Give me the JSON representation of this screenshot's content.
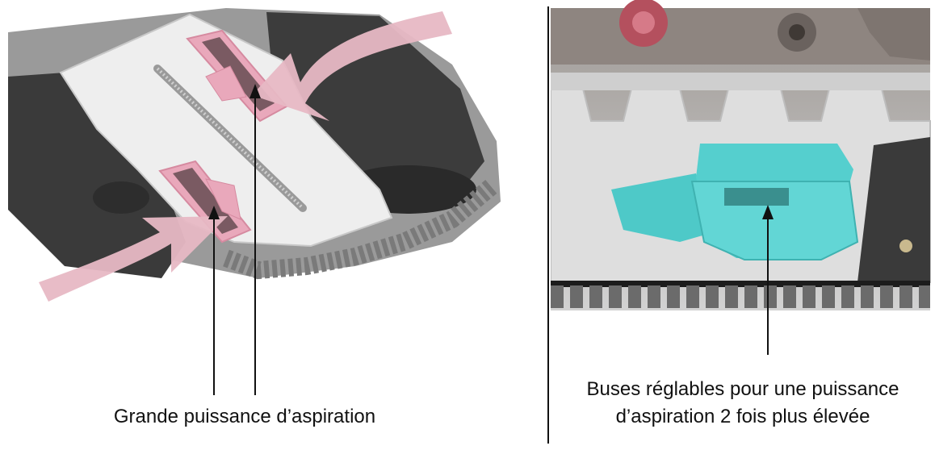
{
  "left_caption": "Grande puissance d’aspiration",
  "right_caption_line1": "Buses réglables pour une puissance",
  "right_caption_line2": "d’aspiration 2 fois plus élevée",
  "colors": {
    "arrow_pink": "#e7b8c4",
    "nozzle_pink": "#e9a8bb",
    "nozzle_teal": "#4ec9c8",
    "body_dark": "#3b3b3b",
    "body_light": "#e4e4e4",
    "leader_line": "#111111"
  },
  "icons": {
    "left_image": "pool-robot-underside",
    "right_image": "adjustable-nozzle-closeup"
  }
}
